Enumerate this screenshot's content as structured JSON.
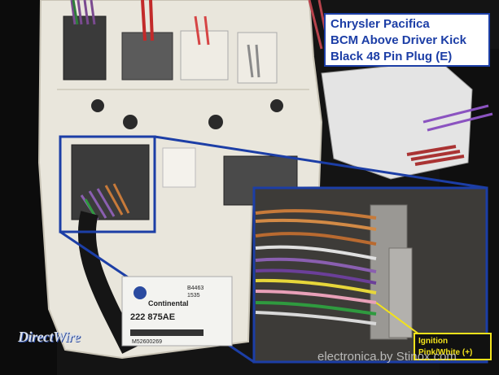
{
  "title": {
    "line1": "Chrysler Pacifica",
    "line2": "BCM Above Driver Kick",
    "line3": "Black 48 Pin Plug (E)"
  },
  "callout": {
    "line1": "Ignition",
    "line2": "Pink/White (+)"
  },
  "sticker": {
    "brand": "Continental",
    "part_number": "222 875AE",
    "barcode_text": "M52600269",
    "code": "B4463",
    "subcode": "1535"
  },
  "watermark": "DirectWire",
  "credit": "electronica.by Stinox.com",
  "colors": {
    "frame_blue": "#1c3ea6",
    "callout_yellow": "#f2e21b",
    "bcm_white": "#e9e6dc"
  }
}
